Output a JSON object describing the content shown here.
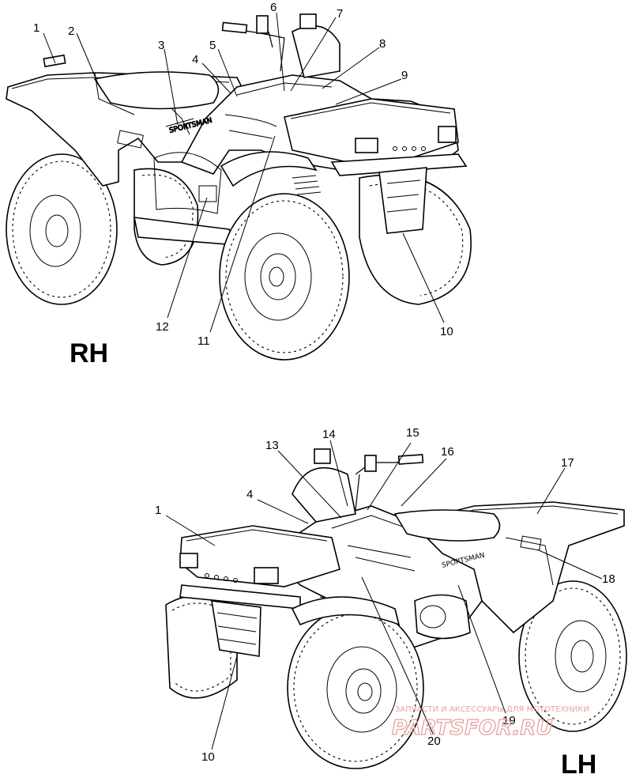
{
  "colors": {
    "line": "#000000",
    "background": "#ffffff",
    "watermark": "#e7a0a0"
  },
  "views": {
    "rh": {
      "label": "RH"
    },
    "lh": {
      "label": "LH"
    }
  },
  "callouts_rh": [
    "1",
    "2",
    "3",
    "4",
    "5",
    "6",
    "7",
    "8",
    "9",
    "10",
    "11",
    "12"
  ],
  "callouts_lh": [
    "1",
    "4",
    "13",
    "14",
    "15",
    "16",
    "17",
    "18",
    "19",
    "20",
    "10"
  ],
  "watermark": {
    "top_text": "ЗАПЧАСТИ И АКСЕССУАРЫ ДЛЯ МОТОТЕХНИКИ",
    "brand": "PARTSFOR.RU"
  }
}
